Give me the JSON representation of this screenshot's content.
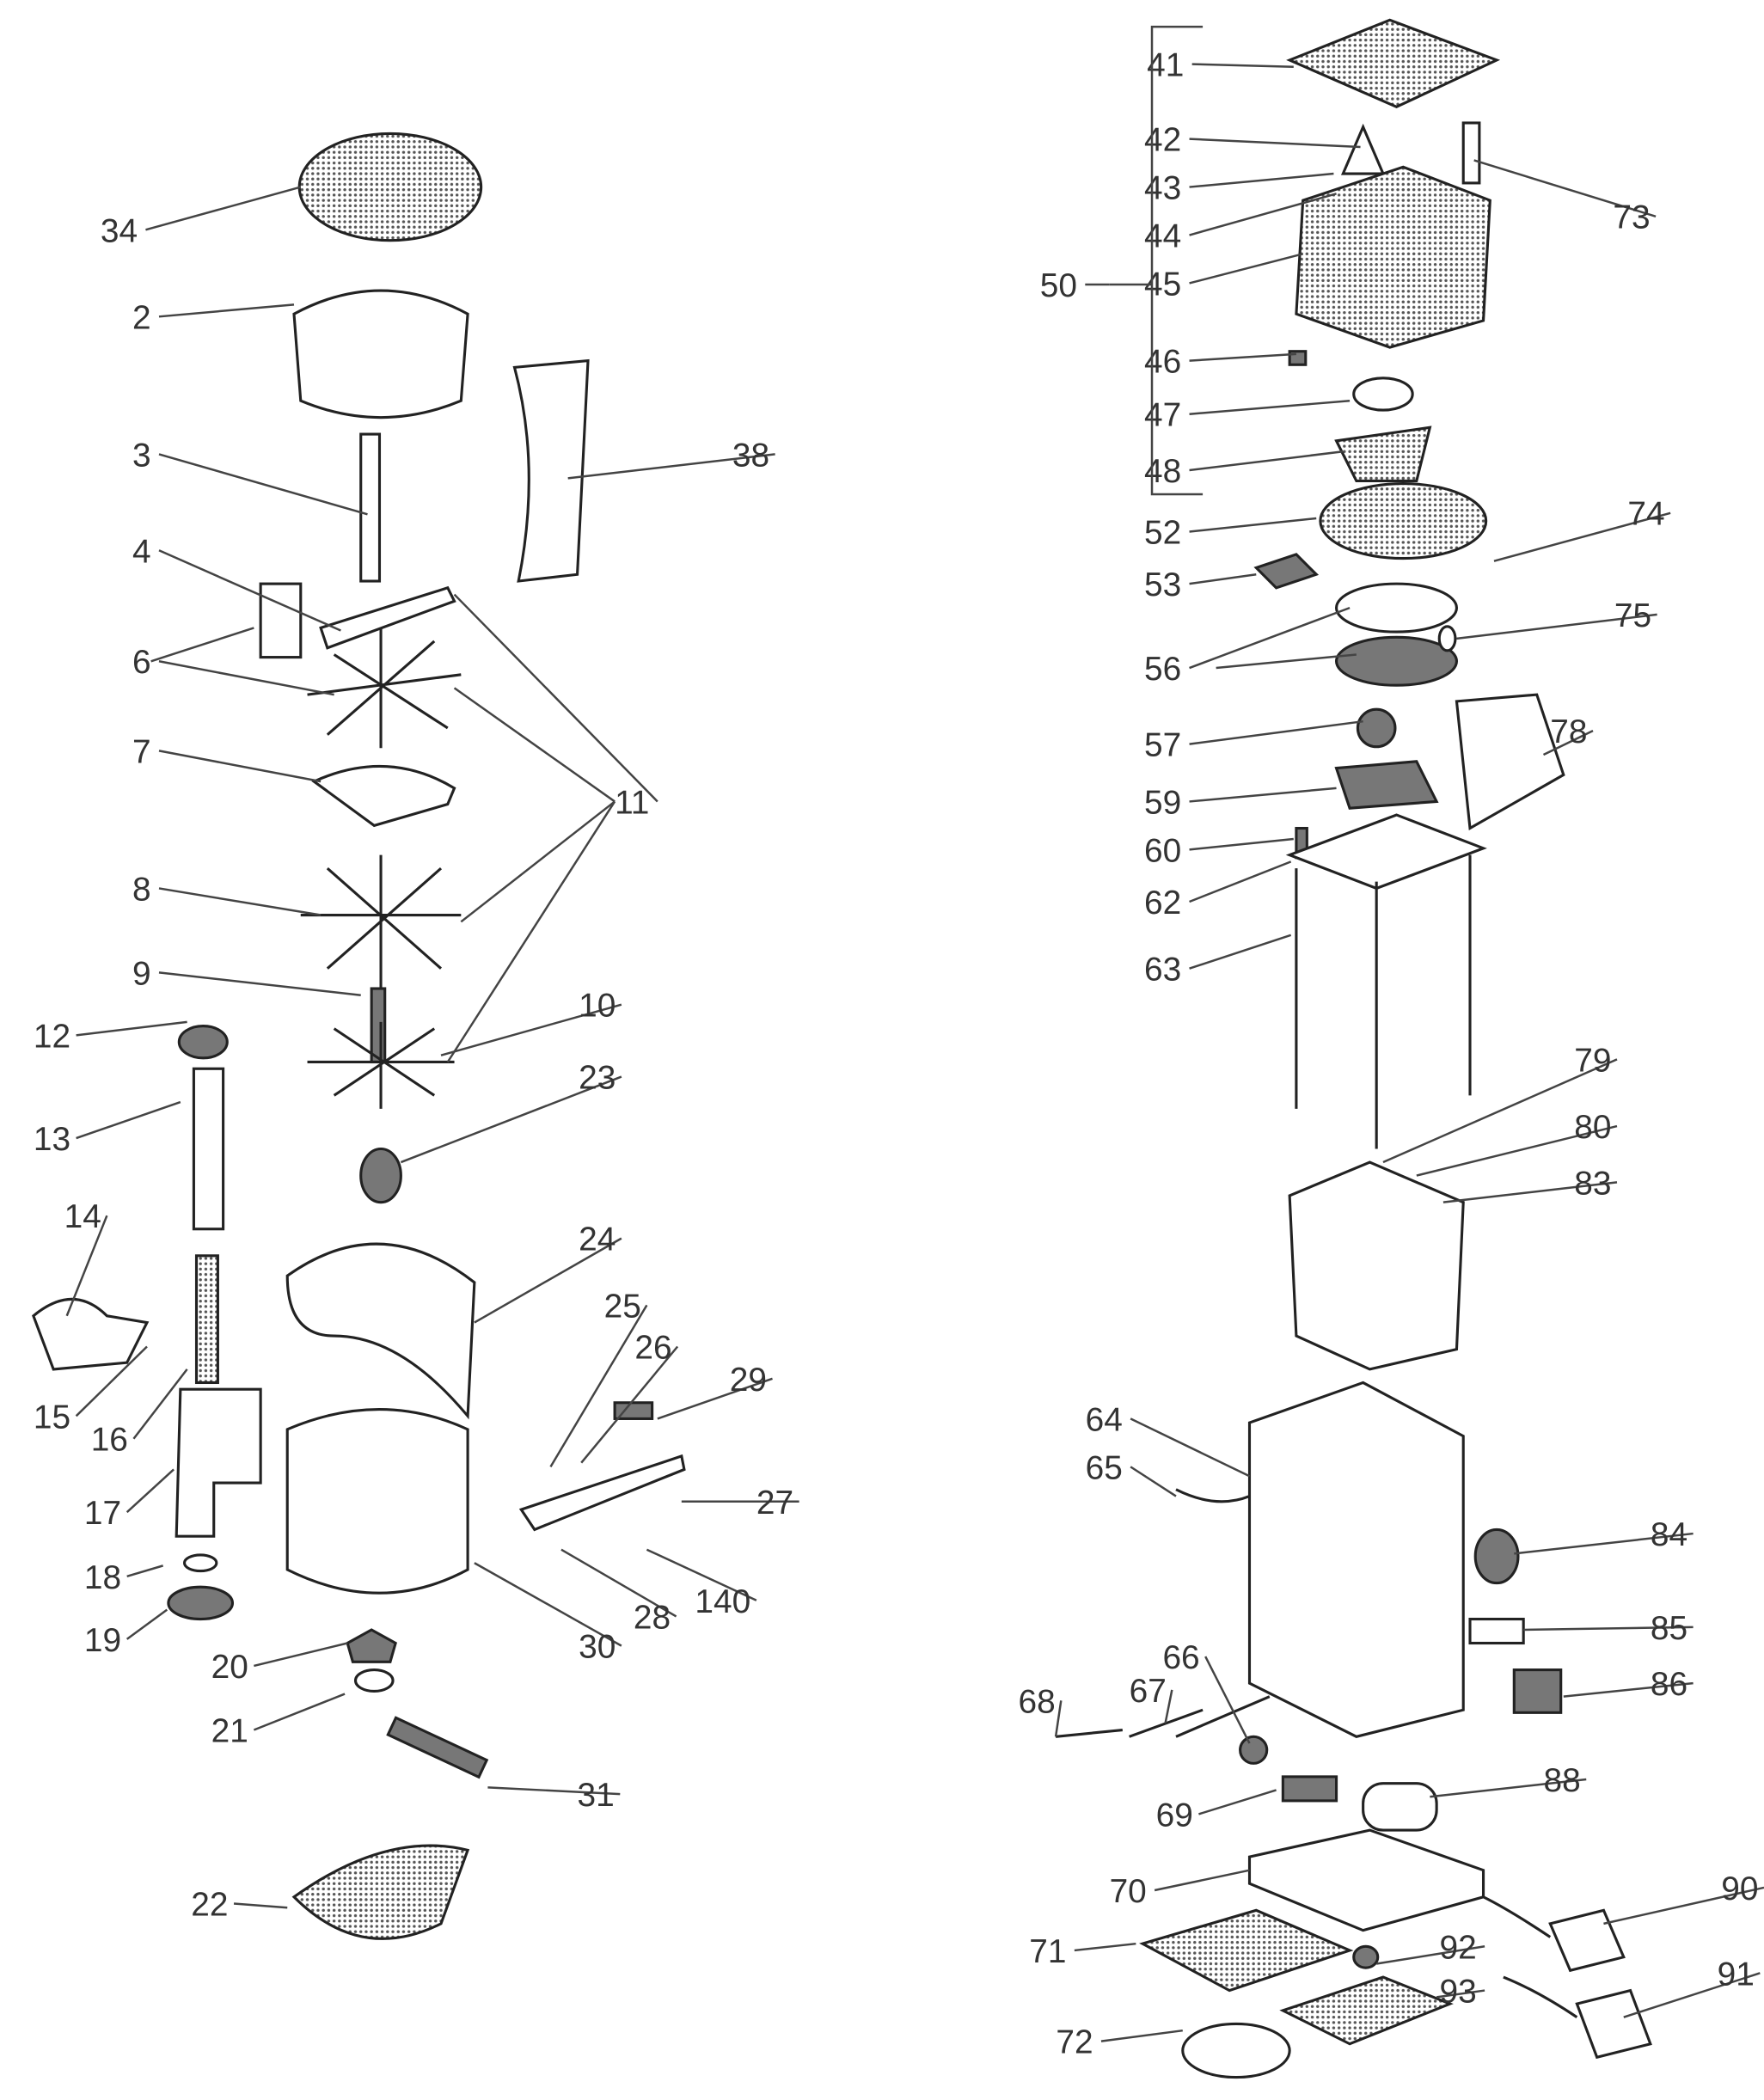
{
  "title": "Exploded parts diagram",
  "left_assembly": {
    "labels": [
      "34",
      "2",
      "3",
      "38",
      "4",
      "6",
      "7",
      "11",
      "8",
      "9",
      "12",
      "10",
      "23",
      "13",
      "14",
      "24",
      "25",
      "26",
      "29",
      "15",
      "16",
      "17",
      "27",
      "18",
      "140",
      "19",
      "28",
      "30",
      "20",
      "21",
      "31",
      "22"
    ]
  },
  "right_assembly": {
    "labels": [
      "41",
      "42",
      "43",
      "73",
      "44",
      "50",
      "45",
      "46",
      "47",
      "48",
      "52",
      "74",
      "53",
      "75",
      "56",
      "78",
      "57",
      "59",
      "60",
      "62",
      "63",
      "79",
      "80",
      "83",
      "64",
      "65",
      "84",
      "85",
      "66",
      "67",
      "86",
      "68",
      "88",
      "69",
      "70",
      "90",
      "71",
      "92",
      "93",
      "91",
      "72"
    ]
  },
  "colors": {
    "ink": "#222222",
    "label": "#333333",
    "shade": "#777777"
  }
}
